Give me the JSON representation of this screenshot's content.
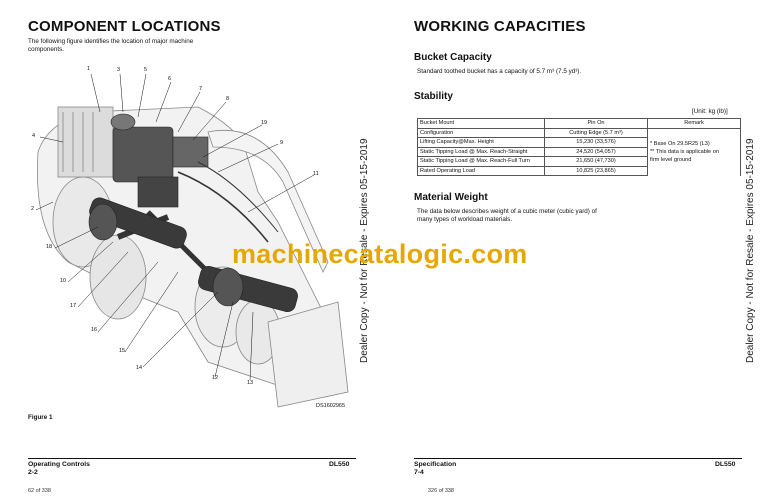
{
  "left_page": {
    "title": "COMPONENT LOCATIONS",
    "intro_line1": "The following figure identifies the location of major machine",
    "intro_line2": "components.",
    "callouts": [
      "1",
      "3",
      "5",
      "6",
      "7",
      "8",
      "19",
      "4",
      "9",
      "11",
      "2",
      "18",
      "10",
      "17",
      "16",
      "15",
      "14",
      "12",
      "13"
    ],
    "image_code": "DS1602965",
    "figure_caption": "Figure 1",
    "footer_section": "Operating Controls",
    "footer_page": "2-2",
    "footer_model": "DL550",
    "page_counter": "62 of 338"
  },
  "right_page": {
    "title": "WORKING CAPACITIES",
    "bucket_heading": "Bucket Capacity",
    "bucket_text": "Standard toothed bucket has a capacity of 5.7 m³ (7.5 yd³).",
    "stability_heading": "Stability",
    "unit_note": "[Unit: kg (lb)]",
    "table_headers": [
      "Bucket Mount",
      "Pin On",
      "Remark"
    ],
    "table_rows": [
      [
        "Configuration",
        "Cutting Edge (5.7 m³)"
      ],
      [
        "Lifting Capacity@Max. Height",
        "15,230 (33,576)"
      ],
      [
        "Static Tipping Load @ Max. Reach-Straight",
        "24,520 (54,057)"
      ],
      [
        "Static Tipping Load @ Max. Reach-Full Turn",
        "21,650 (47,730)"
      ],
      [
        "Rated Operating Load",
        "10,825 (23,865)"
      ]
    ],
    "remark_line1": "* Base On 29.5R25 (L3)",
    "remark_line2": "** This data is applicable on",
    "remark_line3": "firm  level  ground",
    "material_heading": "Material Weight",
    "material_line1": "The data below describes weight of a cubic meter (cubic yard) of",
    "material_line2": "many types of workload materials.",
    "footer_section": "Specification",
    "footer_page": "7-4",
    "footer_model": "DL550",
    "page_counter": "326 of 338"
  },
  "watermark_text": "Dealer Copy - Not for Resale - Expires 05-15-2019",
  "site_watermark": "machinecatalogic.com",
  "colors": {
    "site_watermark": "#e6a800"
  }
}
